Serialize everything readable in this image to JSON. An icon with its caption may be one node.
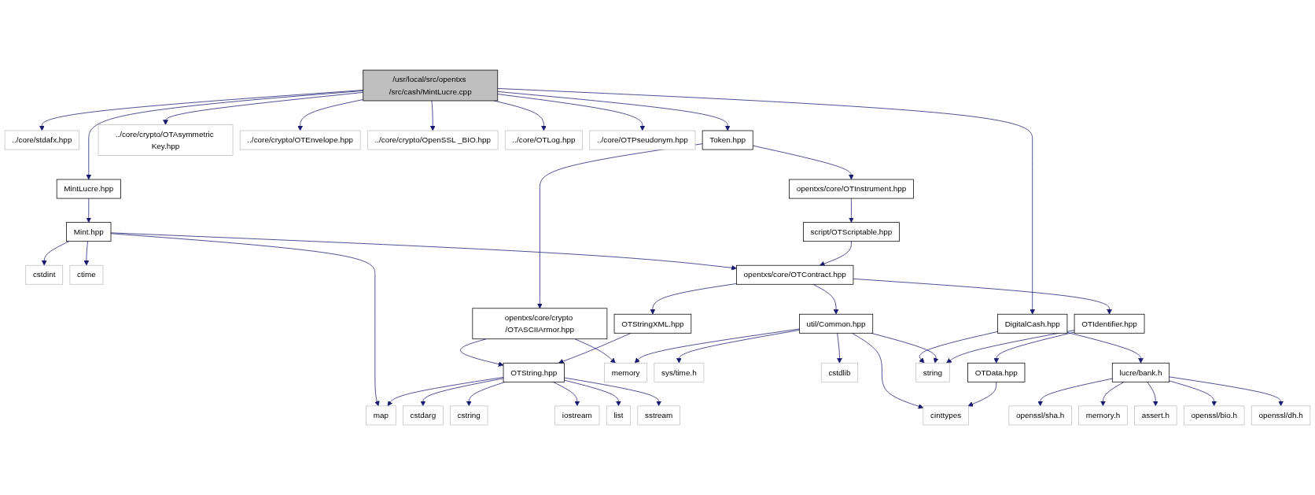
{
  "diagram": {
    "nodes": [
      {
        "text": [
          "/usr/local/src/opentxs /src/cash/MintLucre.cpp"
        ]
      },
      {
        "text": [
          "../core/stdafx.hpp"
        ]
      },
      {
        "text": [
          "Token.hpp"
        ]
      },
      {
        "text": [
          "DigitalCash.hpp"
        ]
      },
      {
        "text": [
          "../core/crypto/OTAsymmetric Key.hpp"
        ]
      },
      {
        "text": [
          "../core/crypto/OTEnvelope.hpp"
        ]
      },
      {
        "text": [
          "../core/crypto/OpenSSL _BIO.hpp"
        ]
      },
      {
        "text": [
          "../core/OTLog.hpp"
        ]
      },
      {
        "text": [
          "../core/OTPseudonym.hpp"
        ]
      },
      {
        "text": [
          "MintLucre.hpp"
        ]
      },
      {
        "text": [
          "opentxs/core/OTInstrument.hpp"
        ]
      },
      {
        "text": [
          "lucre/bank.h"
        ]
      },
      {
        "text": [
          "Mint.hpp"
        ]
      },
      {
        "text": [
          "script/OTScriptable.hpp"
        ]
      },
      {
        "text": [
          "openssl/sha.h"
        ]
      },
      {
        "text": [
          "memory.h"
        ]
      },
      {
        "text": [
          "assert.h"
        ]
      },
      {
        "text": [
          "openssl/bio.h"
        ]
      },
      {
        "text": [
          "openssl/dh.h"
        ]
      },
      {
        "text": [
          "cstdint"
        ]
      },
      {
        "text": [
          "ctime"
        ]
      },
      {
        "text": [
          "opentxs/core/OTContract.hpp"
        ]
      },
      {
        "text": [
          "opentxs/core/crypto /OTASCIIArmor.hpp"
        ]
      },
      {
        "text": [
          "OTStringXML.hpp"
        ]
      },
      {
        "text": [
          "util/Common.hpp"
        ]
      },
      {
        "text": [
          "OTIdentifier.hpp"
        ]
      },
      {
        "text": [
          "OTString.hpp"
        ]
      },
      {
        "text": [
          "memory"
        ]
      },
      {
        "text": [
          "sys/time.h"
        ]
      },
      {
        "text": [
          "cstdlib"
        ]
      },
      {
        "text": [
          "OTData.hpp"
        ]
      },
      {
        "text": [
          "string"
        ]
      },
      {
        "text": [
          "map"
        ]
      },
      {
        "text": [
          "cstdarg"
        ]
      },
      {
        "text": [
          "cstring"
        ]
      },
      {
        "text": [
          "iostream"
        ]
      },
      {
        "text": [
          "list"
        ]
      },
      {
        "text": [
          "sstream"
        ]
      },
      {
        "text": [
          "cinttypes"
        ]
      }
    ],
    "edges": [
      {
        "from": 0,
        "to": 1,
        "arrow": "to"
      },
      {
        "from": 0,
        "to": 9,
        "arrow": "to"
      },
      {
        "from": 0,
        "to": 2,
        "arrow": "to"
      },
      {
        "from": 0,
        "to": 3,
        "arrow": "to"
      },
      {
        "from": 0,
        "to": 4,
        "arrow": "to"
      },
      {
        "from": 0,
        "to": 5,
        "arrow": "to"
      },
      {
        "from": 0,
        "to": 6,
        "arrow": "to"
      },
      {
        "from": 0,
        "to": 7,
        "arrow": "to"
      },
      {
        "from": 0,
        "to": 8,
        "arrow": "to"
      },
      {
        "from": 2,
        "to": 10,
        "arrow": "to"
      },
      {
        "from": 2,
        "to": 22,
        "arrow": "to"
      },
      {
        "from": 3,
        "to": 31,
        "arrow": "to"
      },
      {
        "from": 3,
        "to": 11,
        "arrow": "to"
      },
      {
        "from": 9,
        "to": 12,
        "arrow": "to"
      },
      {
        "from": 10,
        "to": 13,
        "arrow": "to"
      },
      {
        "from": 11,
        "to": 14,
        "arrow": "to"
      },
      {
        "from": 11,
        "to": 15,
        "arrow": "to"
      },
      {
        "from": 11,
        "to": 16,
        "arrow": "to"
      },
      {
        "from": 11,
        "to": 17,
        "arrow": "to"
      },
      {
        "from": 11,
        "to": 18,
        "arrow": "to"
      },
      {
        "from": 12,
        "to": 32,
        "arrow": "to"
      },
      {
        "from": 12,
        "to": 19,
        "arrow": "to"
      },
      {
        "from": 12,
        "to": 20,
        "arrow": "to"
      },
      {
        "from": 12,
        "to": 21,
        "arrow": "to"
      },
      {
        "from": 13,
        "to": 21,
        "arrow": "to"
      },
      {
        "from": 21,
        "to": 23,
        "arrow": "to"
      },
      {
        "from": 21,
        "to": 24,
        "arrow": "to"
      },
      {
        "from": 21,
        "to": 25,
        "arrow": "to"
      },
      {
        "from": 22,
        "to": 26,
        "arrow": "to"
      },
      {
        "from": 22,
        "to": 27,
        "arrow": "to"
      },
      {
        "from": 23,
        "to": 26,
        "arrow": "to"
      },
      {
        "from": 24,
        "to": 27,
        "arrow": "to"
      },
      {
        "from": 24,
        "to": 28,
        "arrow": "to"
      },
      {
        "from": 24,
        "to": 29,
        "arrow": "to"
      },
      {
        "from": 24,
        "to": 38,
        "arrow": "to"
      },
      {
        "from": 24,
        "to": 31,
        "arrow": "to"
      },
      {
        "from": 25,
        "to": 30,
        "arrow": "to"
      },
      {
        "from": 25,
        "to": 31,
        "arrow": "to"
      },
      {
        "from": 26,
        "to": 32,
        "arrow": "to"
      },
      {
        "from": 26,
        "to": 33,
        "arrow": "to"
      },
      {
        "from": 26,
        "to": 34,
        "arrow": "to"
      },
      {
        "from": 26,
        "to": 35,
        "arrow": "to"
      },
      {
        "from": 26,
        "to": 36,
        "arrow": "to"
      },
      {
        "from": 26,
        "to": 37,
        "arrow": "to"
      },
      {
        "from": 30,
        "to": 38,
        "arrow": "to"
      }
    ]
  }
}
